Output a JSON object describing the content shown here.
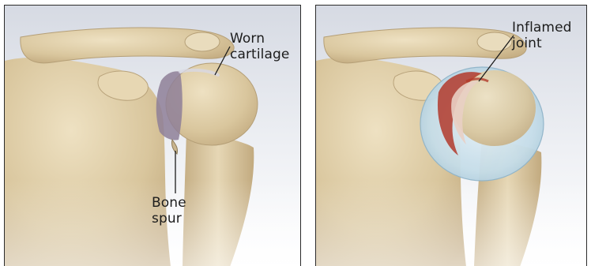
{
  "panels": [
    {
      "id": "osteoarthritis",
      "labels": {
        "worn_cartilage": "Worn\ncartilage",
        "bone_spur": "Bone\nspur"
      }
    },
    {
      "id": "inflammation",
      "labels": {
        "inflamed_joint": "Inflamed\njoint"
      }
    }
  ],
  "colors": {
    "panel_border": "#2b2b2b",
    "background_top": "#d8dce4",
    "background_bottom": "#ffffff",
    "bone": "#dccba3",
    "bone_shadow": "#b9a57c",
    "cartilage": "#7c6f8c",
    "inflammation": "#b23a2b",
    "joint_capsule": "#bcd7e6",
    "label_text": "#1c1c1c"
  }
}
